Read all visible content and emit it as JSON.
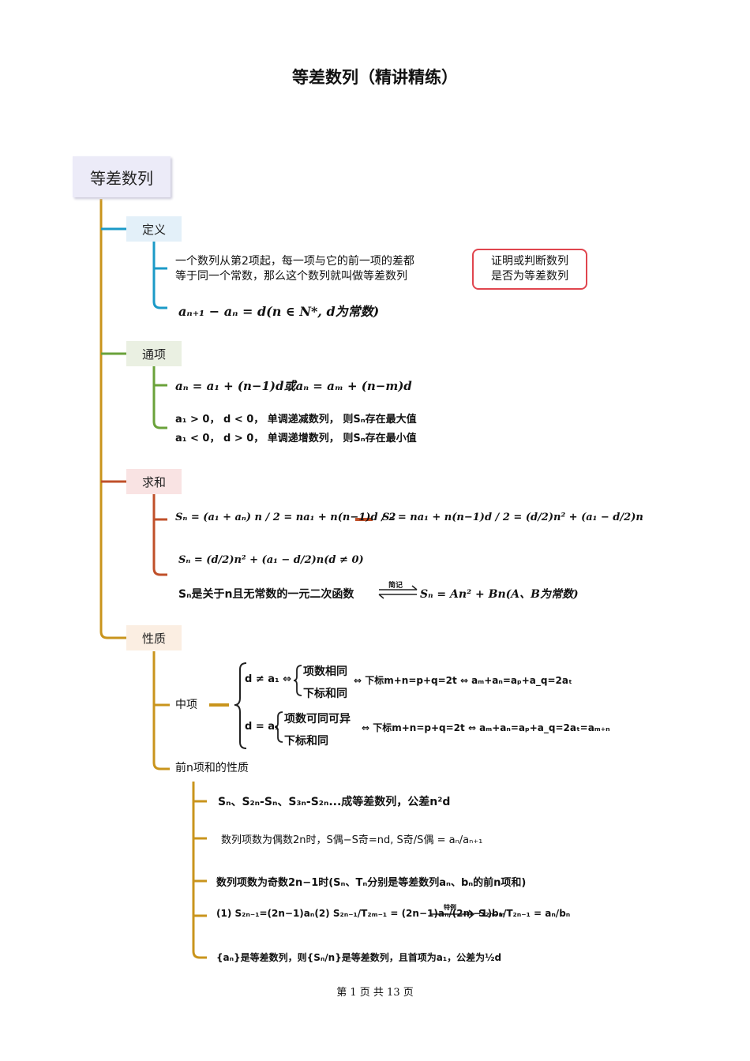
{
  "title": "等差数列（精讲精练）",
  "root": "等差数列",
  "colors": {
    "trunk": "#c9941c",
    "definition": "#1b9ac7",
    "general_term": "#6aa23a",
    "sum": "#c0502a",
    "properties": "#c9941c",
    "note_border": "#e0454e"
  },
  "definition": {
    "label": "定义",
    "text_line1": "一个数列从第2项起，每一项与它的前一项的差都",
    "text_line2": "等于同一个常数，那么这个数列就叫做等差数列",
    "formula": "aₙ₊₁ − aₙ = d(n ∈ N*, d为常数)",
    "note_line1": "证明或判断数列",
    "note_line2": "是否为等差数列"
  },
  "general_term": {
    "label": "通项",
    "formula": "aₙ = a₁ + (n−1)d或aₙ = aₘ + (n−m)d",
    "mono1": "a₁ > 0， d < 0， 单调递减数列， 则Sₙ存在最大值",
    "mono2": "a₁ < 0， d > 0， 单调递增数列， 则Sₙ存在最小值"
  },
  "sum": {
    "label": "求和",
    "formula1": "Sₙ = (a₁ + aₙ) n / 2 = na₁ + n(n−1)d / 2",
    "formula2": "Sₙ = na₁ + n(n−1)d / 2 = (d/2)n² + (a₁ − d/2)n",
    "formula3": "Sₙ = (d/2)n² + (a₁ − d/2)n(d ≠ 0)",
    "quad_left": "Sₙ是关于n且无常数的一元二次函数",
    "arrow_label": "简记",
    "quad_right": "Sₙ = An² + Bn(A、B为常数)"
  },
  "properties": {
    "label": "性质",
    "middle_label": "中项",
    "case1_cond": "d ≠ a₁ ⇔",
    "case1_a": "项数相同",
    "case1_b": "下标和同",
    "case1_result": "⇔ 下标m+n=p+q=2t ⇔ aₘ+aₙ=aₚ+a_q=2aₜ",
    "case2_cond": "d = a₁",
    "case2_a": "项数可同可异",
    "case2_b": "下标和同",
    "case2_result": "⇔ 下标m+n=p+q=2t ⇔ aₘ+aₙ=aₚ+a_q=2aₜ=aₘ₊ₙ",
    "prefix_label": "前n项和的性质",
    "p1": "Sₙ、S₂ₙ-Sₙ、S₃ₙ-S₂ₙ...成等差数列，公差n²d",
    "p2": "数列项数为偶数2n时，S偶−S奇=nd, S奇/S偶 = aₙ/aₙ₊₁",
    "p3": "数列项数为奇数2n−1时(Sₙ、Tₙ分别是等差数列aₙ、bₙ的前n项和)",
    "p4": "(1) S₂ₙ₋₁=(2n−1)aₙ(2) S₂ₙ₋₁/T₂ₘ₋₁ = (2n−1)aₙ/(2m−1)bₘ",
    "p4_arrow": "特例",
    "p4_result": "S₂ₙ₋₁/T₂ₙ₋₁ = aₙ/bₙ",
    "p5": "{aₙ}是等差数列，则{Sₙ/n}是等差数列，且首项为a₁，公差为½d"
  },
  "footer": "第 1 页 共 13 页"
}
